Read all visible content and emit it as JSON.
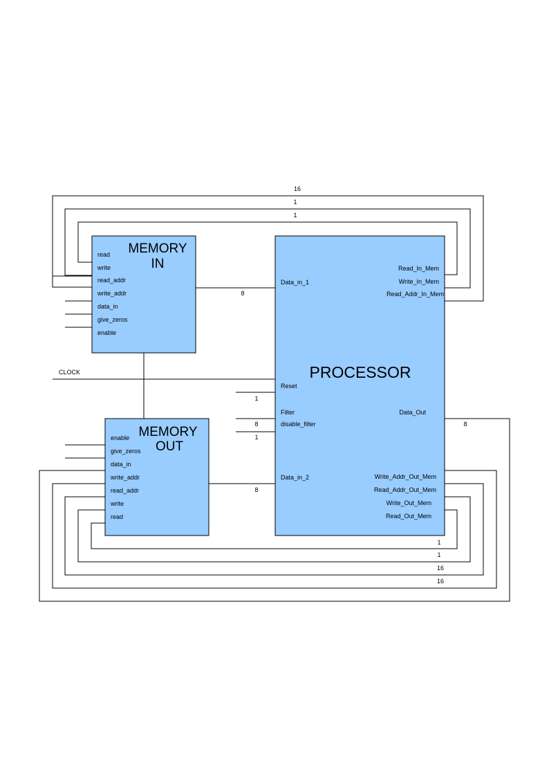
{
  "memory_in": {
    "title_line1": "MEMORY",
    "title_line2": "IN",
    "ports": [
      "read",
      "write",
      "read_addr",
      "write_addr",
      "data_in",
      "give_zeros",
      "enable"
    ]
  },
  "memory_out": {
    "title_line1": "MEMORY",
    "title_line2": "OUT",
    "ports": [
      "enable",
      "give_zeros",
      "data_in",
      "write_addr",
      "read_addr",
      "write",
      "read"
    ]
  },
  "processor": {
    "title": "PROCESSOR",
    "left_ports": {
      "data_in_1": "Data_in_1",
      "reset": "Reset",
      "filter": "Filter",
      "disable_filter": "disable_filter",
      "data_in_2": "Data_in_2"
    },
    "right_ports": {
      "read_in_mem": "Read_In_Mem",
      "write_in_mem": "Write_In_Mem",
      "read_addr_in_mem": "Read_Addr_In_Mem",
      "data_out": "Data_Out",
      "write_addr_out_mem": "Write_Addr_Out_Mem",
      "read_addr_out_mem": "Read_Addr_Out_Mem",
      "write_out_mem": "Write_Out_Mem",
      "read_out_mem": "Read_Out_Mem"
    }
  },
  "signals": {
    "clock": "CLOCK"
  },
  "bus_widths": {
    "top_loop_outer": "16",
    "top_loop_middle": "1",
    "top_loop_inner": "1",
    "data_in_1": "8",
    "filter": "1",
    "disable_filter": "8",
    "disable_filter_below": "1",
    "data_in_2": "8",
    "data_out": "8",
    "bottom_loop_1": "1",
    "bottom_loop_2": "1",
    "bottom_loop_3": "16",
    "bottom_loop_4": "16"
  }
}
